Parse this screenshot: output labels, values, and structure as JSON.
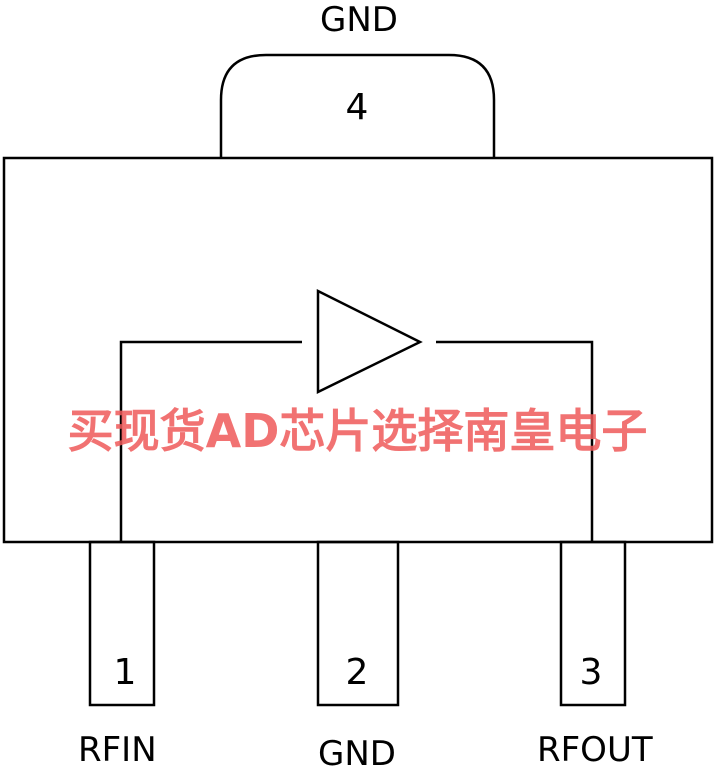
{
  "package": {
    "pins": [
      {
        "number": "1",
        "label": "RFIN"
      },
      {
        "number": "2",
        "label": "GND"
      },
      {
        "number": "3",
        "label": "RFOUT"
      },
      {
        "number": "4",
        "label": "GND"
      }
    ]
  },
  "watermark": {
    "text": "买现货AD芯片选择南皇电子",
    "color": "#ef5a5a"
  },
  "colors": {
    "line": "#000000",
    "background": "#ffffff"
  }
}
